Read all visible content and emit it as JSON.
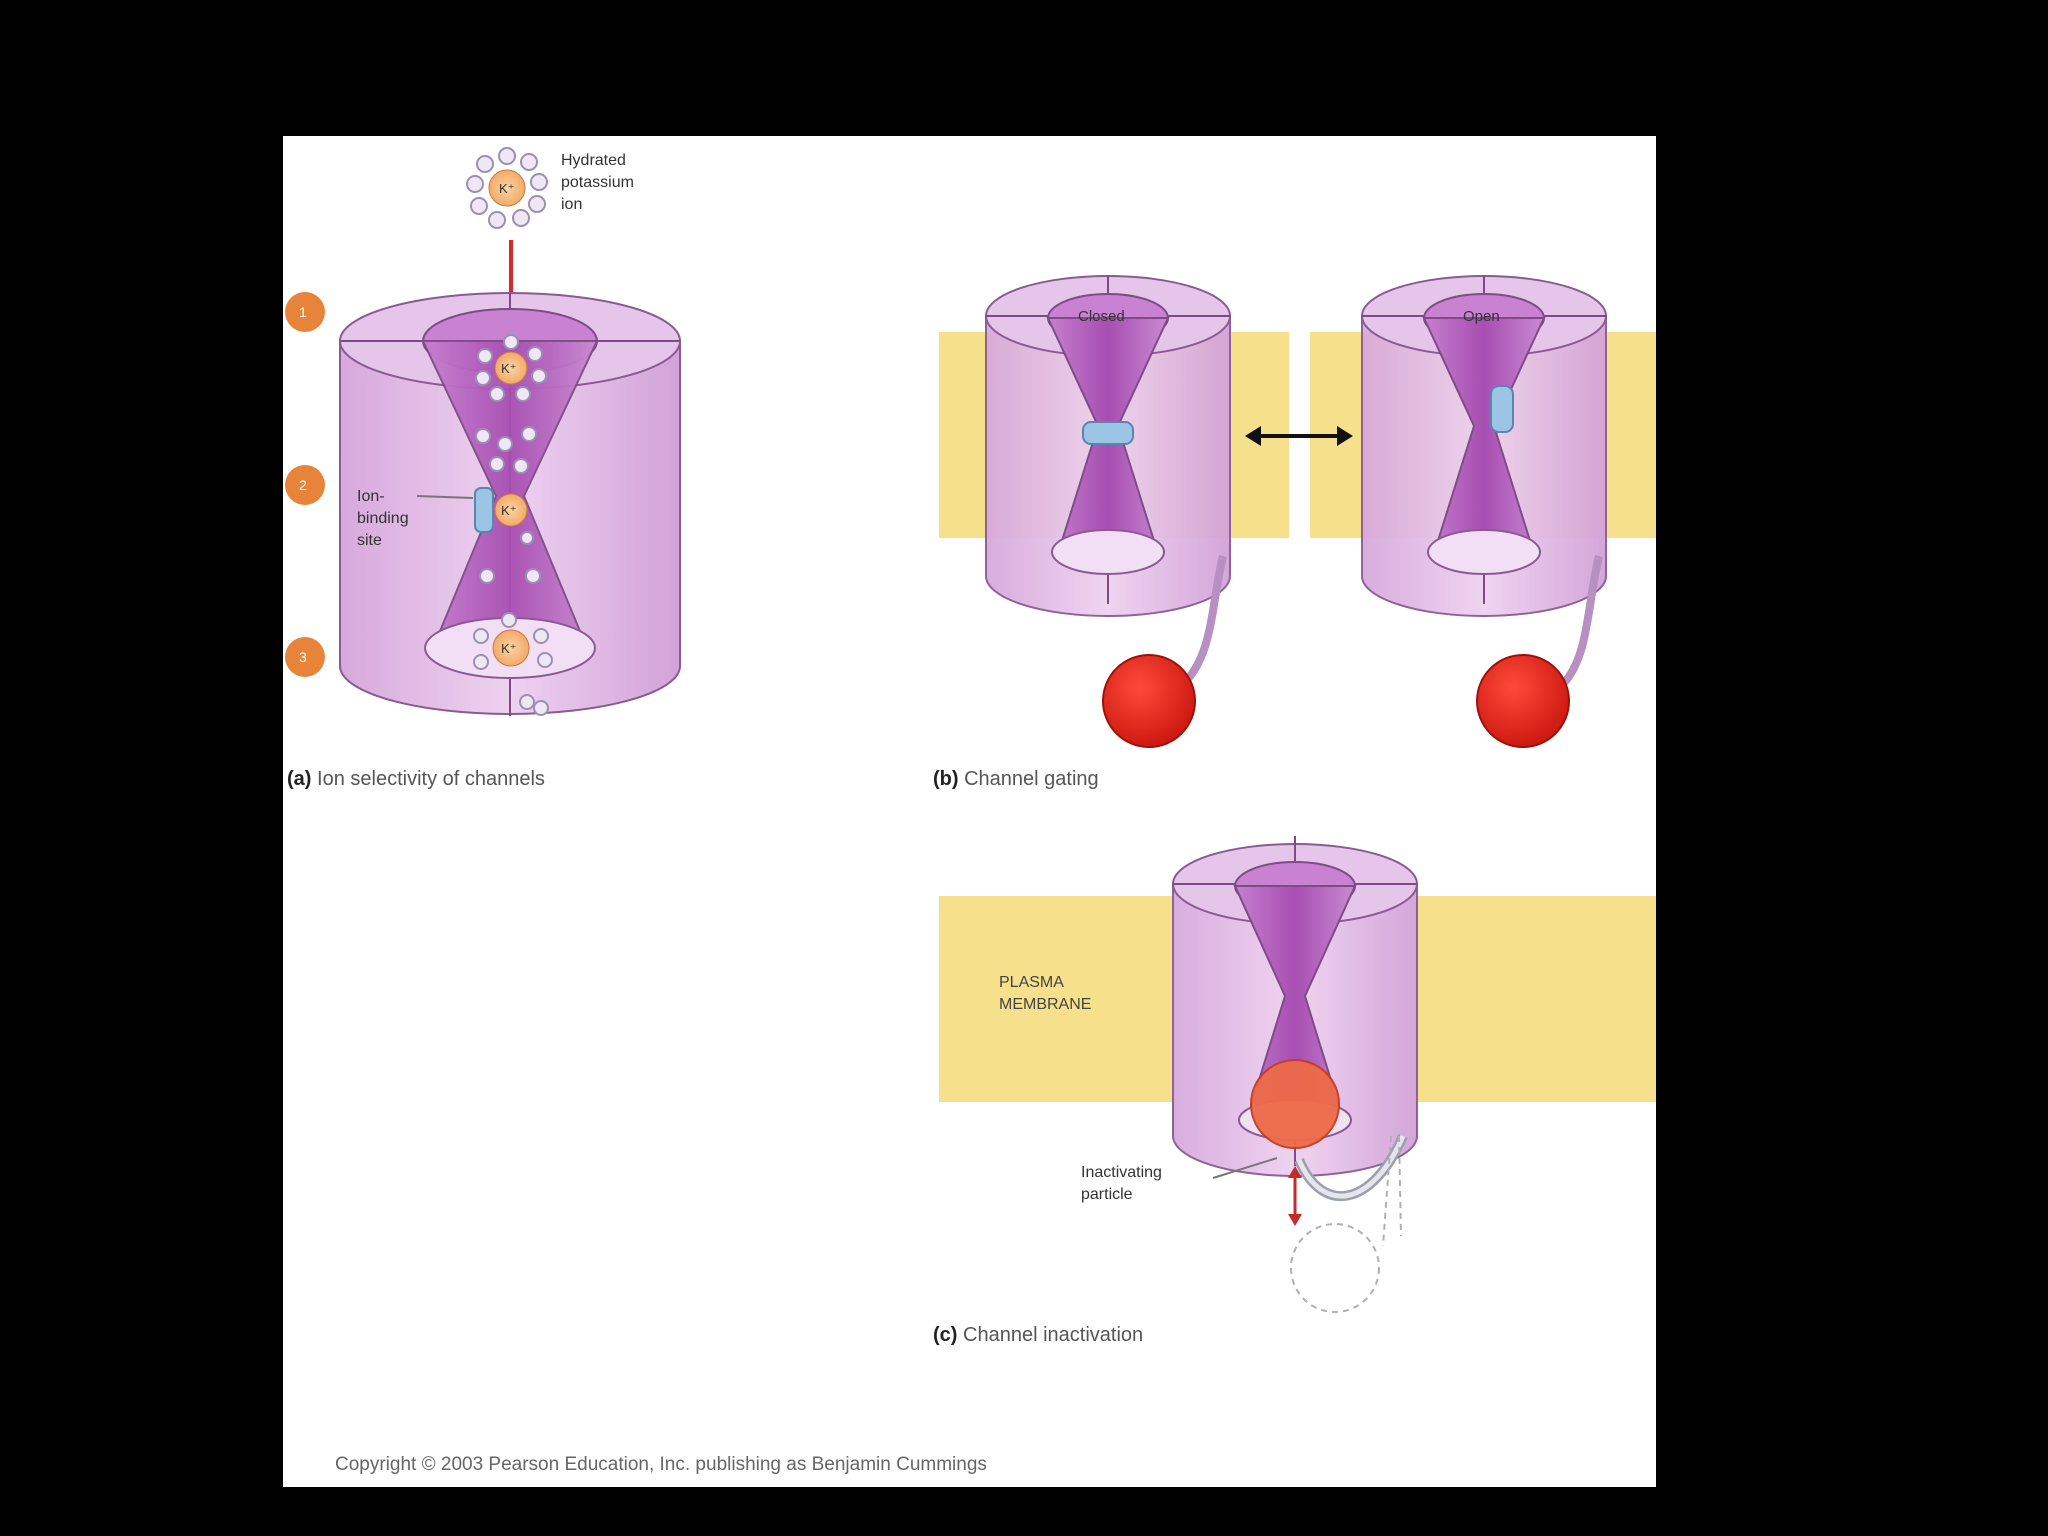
{
  "panel_a": {
    "hydrated_label": [
      "Hydrated",
      "potassium",
      "ion"
    ],
    "binding_label": [
      "Ion-",
      "binding",
      "site"
    ],
    "step_badges": [
      "1",
      "2",
      "3"
    ],
    "ion_symbol": "K⁺",
    "caption_letter": "(a)",
    "caption_text": "Ion selectivity of channels"
  },
  "panel_b": {
    "closed_label": "Closed",
    "open_label": "Open",
    "caption_letter": "(b)",
    "caption_text": "Channel gating"
  },
  "panel_c": {
    "membrane_label": [
      "PLASMA",
      "MEMBRANE"
    ],
    "particle_label": [
      "Inactivating",
      "particle"
    ],
    "caption_letter": "(c)",
    "caption_text": "Channel inactivation"
  },
  "copyright": "Copyright © 2003 Pearson Education, Inc. publishing as Benjamin Cummings",
  "colors": {
    "background": "#000000",
    "slide": "#ffffff",
    "channel": "#e8c6ea",
    "pore": "#b866c2",
    "membrane": "#f7e08c",
    "gate_ball": "#e8281e",
    "badge": "#e8843a",
    "binding_site": "#9cc4e4"
  }
}
